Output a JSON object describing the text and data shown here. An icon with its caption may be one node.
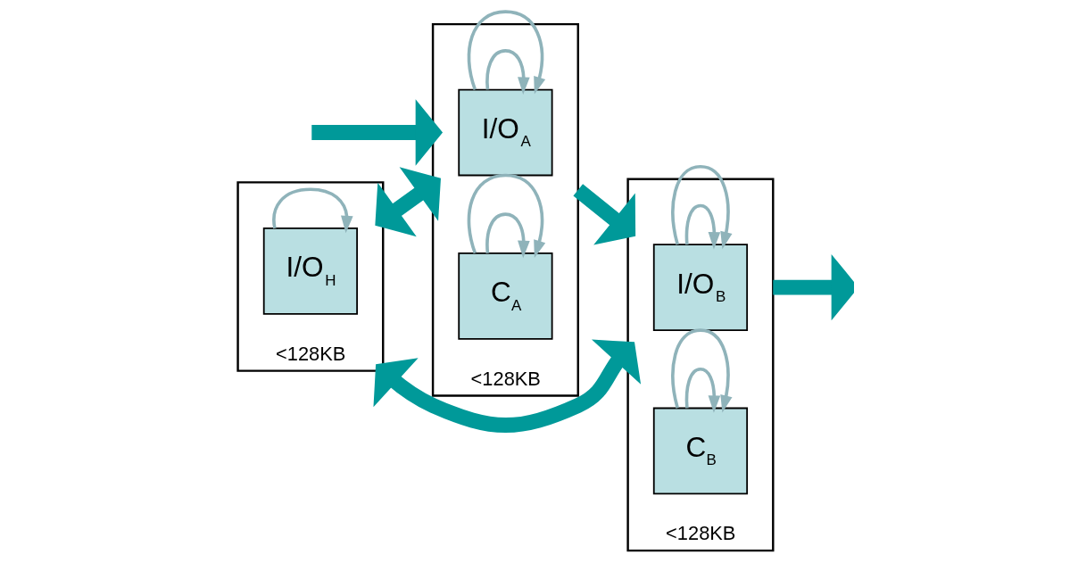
{
  "diagram": {
    "nodes": [
      {
        "text": [
          "<128KB"
        ]
      },
      {
        "text": [
          "I/O$_{H}$"
        ],
        "in": 0
      },
      {
        "text": [
          "<128KB"
        ]
      },
      {
        "text": [
          "I/O$_{A}$"
        ],
        "in": 2
      },
      {
        "text": [
          "C$_{A}$"
        ],
        "in": 2
      },
      {
        "text": [
          "<128KB"
        ]
      },
      {
        "text": [
          "I/O$_{B}$"
        ],
        "in": 5
      },
      {
        "text": [
          "C$_{B}$"
        ],
        "in": 5
      }
    ],
    "edges": [
      {
        "from": null,
        "to": 2,
        "arrow": "to",
        "style": "thick",
        "color": "#009999"
      },
      {
        "from": 2,
        "to": 0,
        "arrow": "both",
        "style": "thick",
        "color": "#009999"
      },
      {
        "from": 0,
        "to": 5,
        "arrow": "both",
        "style": "thick",
        "color": "#009999"
      },
      {
        "from": 2,
        "to": 5,
        "arrow": "to",
        "style": "thick",
        "color": "#009999"
      },
      {
        "from": 5,
        "to": null,
        "arrow": "to",
        "style": "thick",
        "color": "#009999"
      },
      {
        "from": 1,
        "to": 1,
        "arrow": "to"
      },
      {
        "from": 3,
        "to": 3,
        "arrow": "to"
      },
      {
        "from": 3,
        "to": 3,
        "arrow": "to"
      },
      {
        "from": 4,
        "to": 4,
        "arrow": "to"
      },
      {
        "from": 4,
        "to": 4,
        "arrow": "to"
      },
      {
        "from": 6,
        "to": 6,
        "arrow": "to"
      },
      {
        "from": 6,
        "to": 6,
        "arrow": "to"
      },
      {
        "from": 7,
        "to": 7,
        "arrow": "to"
      },
      {
        "from": 7,
        "to": 7,
        "arrow": "to"
      }
    ]
  }
}
